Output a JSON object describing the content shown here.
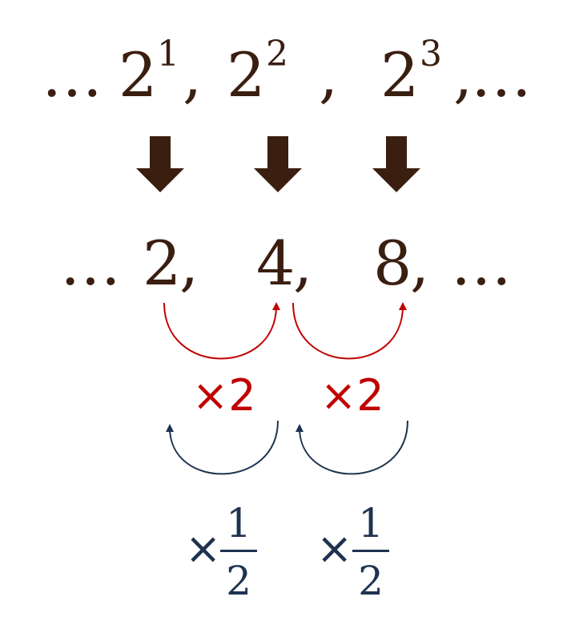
{
  "colors": {
    "text": "#3a1e10",
    "multiply_arrow": "#c00000",
    "divide_arrow": "#1f3350"
  },
  "powers_row": {
    "leading_ellipsis": "…",
    "terms": [
      {
        "base": "2",
        "exponent": "1"
      },
      {
        "base": "2",
        "exponent": "2"
      },
      {
        "base": "2",
        "exponent": "3"
      }
    ],
    "separator": ",",
    "trailing_ellipsis": "…"
  },
  "arrows": {
    "down_icon": "thick-down-arrow-icon",
    "count": 3
  },
  "values_row": {
    "leading_ellipsis": "…",
    "values": [
      "2",
      "4",
      "8"
    ],
    "separator": ",",
    "trailing_ellipsis": "…"
  },
  "multiply_labels": [
    "×2",
    "×2"
  ],
  "divide_labels": [
    {
      "sign": "×",
      "numerator": "1",
      "denominator": "2"
    },
    {
      "sign": "×",
      "numerator": "1",
      "denominator": "2"
    }
  ]
}
